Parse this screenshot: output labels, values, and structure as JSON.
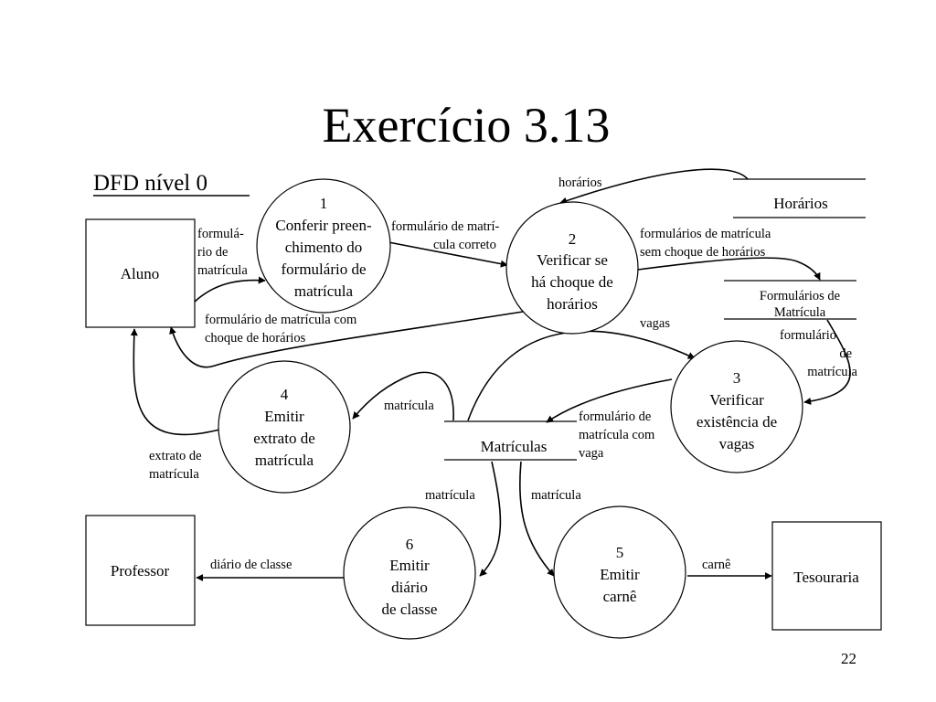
{
  "slide": {
    "title": "Exercício 3.13",
    "subtitle": "DFD nível 0",
    "page_number": "22"
  },
  "entities": {
    "aluno": "Aluno",
    "professor": "Professor",
    "tesouraria": "Tesouraria"
  },
  "stores": {
    "horarios": "Horários",
    "formularios": [
      "Formulários de",
      "Matrícula"
    ],
    "matriculas": "Matrículas"
  },
  "processes": {
    "p1": {
      "number": "1",
      "lines": [
        "Conferir preen-",
        "chimento do",
        "formulário de",
        "matrícula"
      ]
    },
    "p2": {
      "number": "2",
      "lines": [
        "Verificar se",
        "há choque de",
        "horários"
      ]
    },
    "p3": {
      "number": "3",
      "lines": [
        "Verificar",
        "existência de",
        "vagas"
      ]
    },
    "p4": {
      "number": "4",
      "lines": [
        "Emitir",
        "extrato de",
        "matrícula"
      ]
    },
    "p5": {
      "number": "5",
      "lines": [
        "Emitir",
        "carnê"
      ]
    },
    "p6": {
      "number": "6",
      "lines": [
        "Emitir",
        "diário",
        "de classe"
      ]
    }
  },
  "flows": {
    "aluno_p1": [
      "formulá-",
      "rio de",
      "matrícula"
    ],
    "p1_p2": [
      "formulário de matrí-",
      "cula correto"
    ],
    "horarios_p2": "horários",
    "p2_formularios": [
      "formulários de matrícula",
      "sem choque de horários"
    ],
    "p2_aluno": [
      "formulário de matrícula com",
      "choque de horários"
    ],
    "formularios_p3": [
      "formulário",
      "de",
      "matrícula"
    ],
    "matriculas_p3": "vagas",
    "p3_matriculas": [
      "formulário de",
      "matrícula com",
      "vaga"
    ],
    "matriculas_p4": "matrícula",
    "p4_aluno": [
      "extrato de",
      "matrícula"
    ],
    "matriculas_p6": "matrícula",
    "matriculas_p5": "matrícula",
    "p6_professor": "diário de classe",
    "p5_tesouraria": "carnê"
  }
}
